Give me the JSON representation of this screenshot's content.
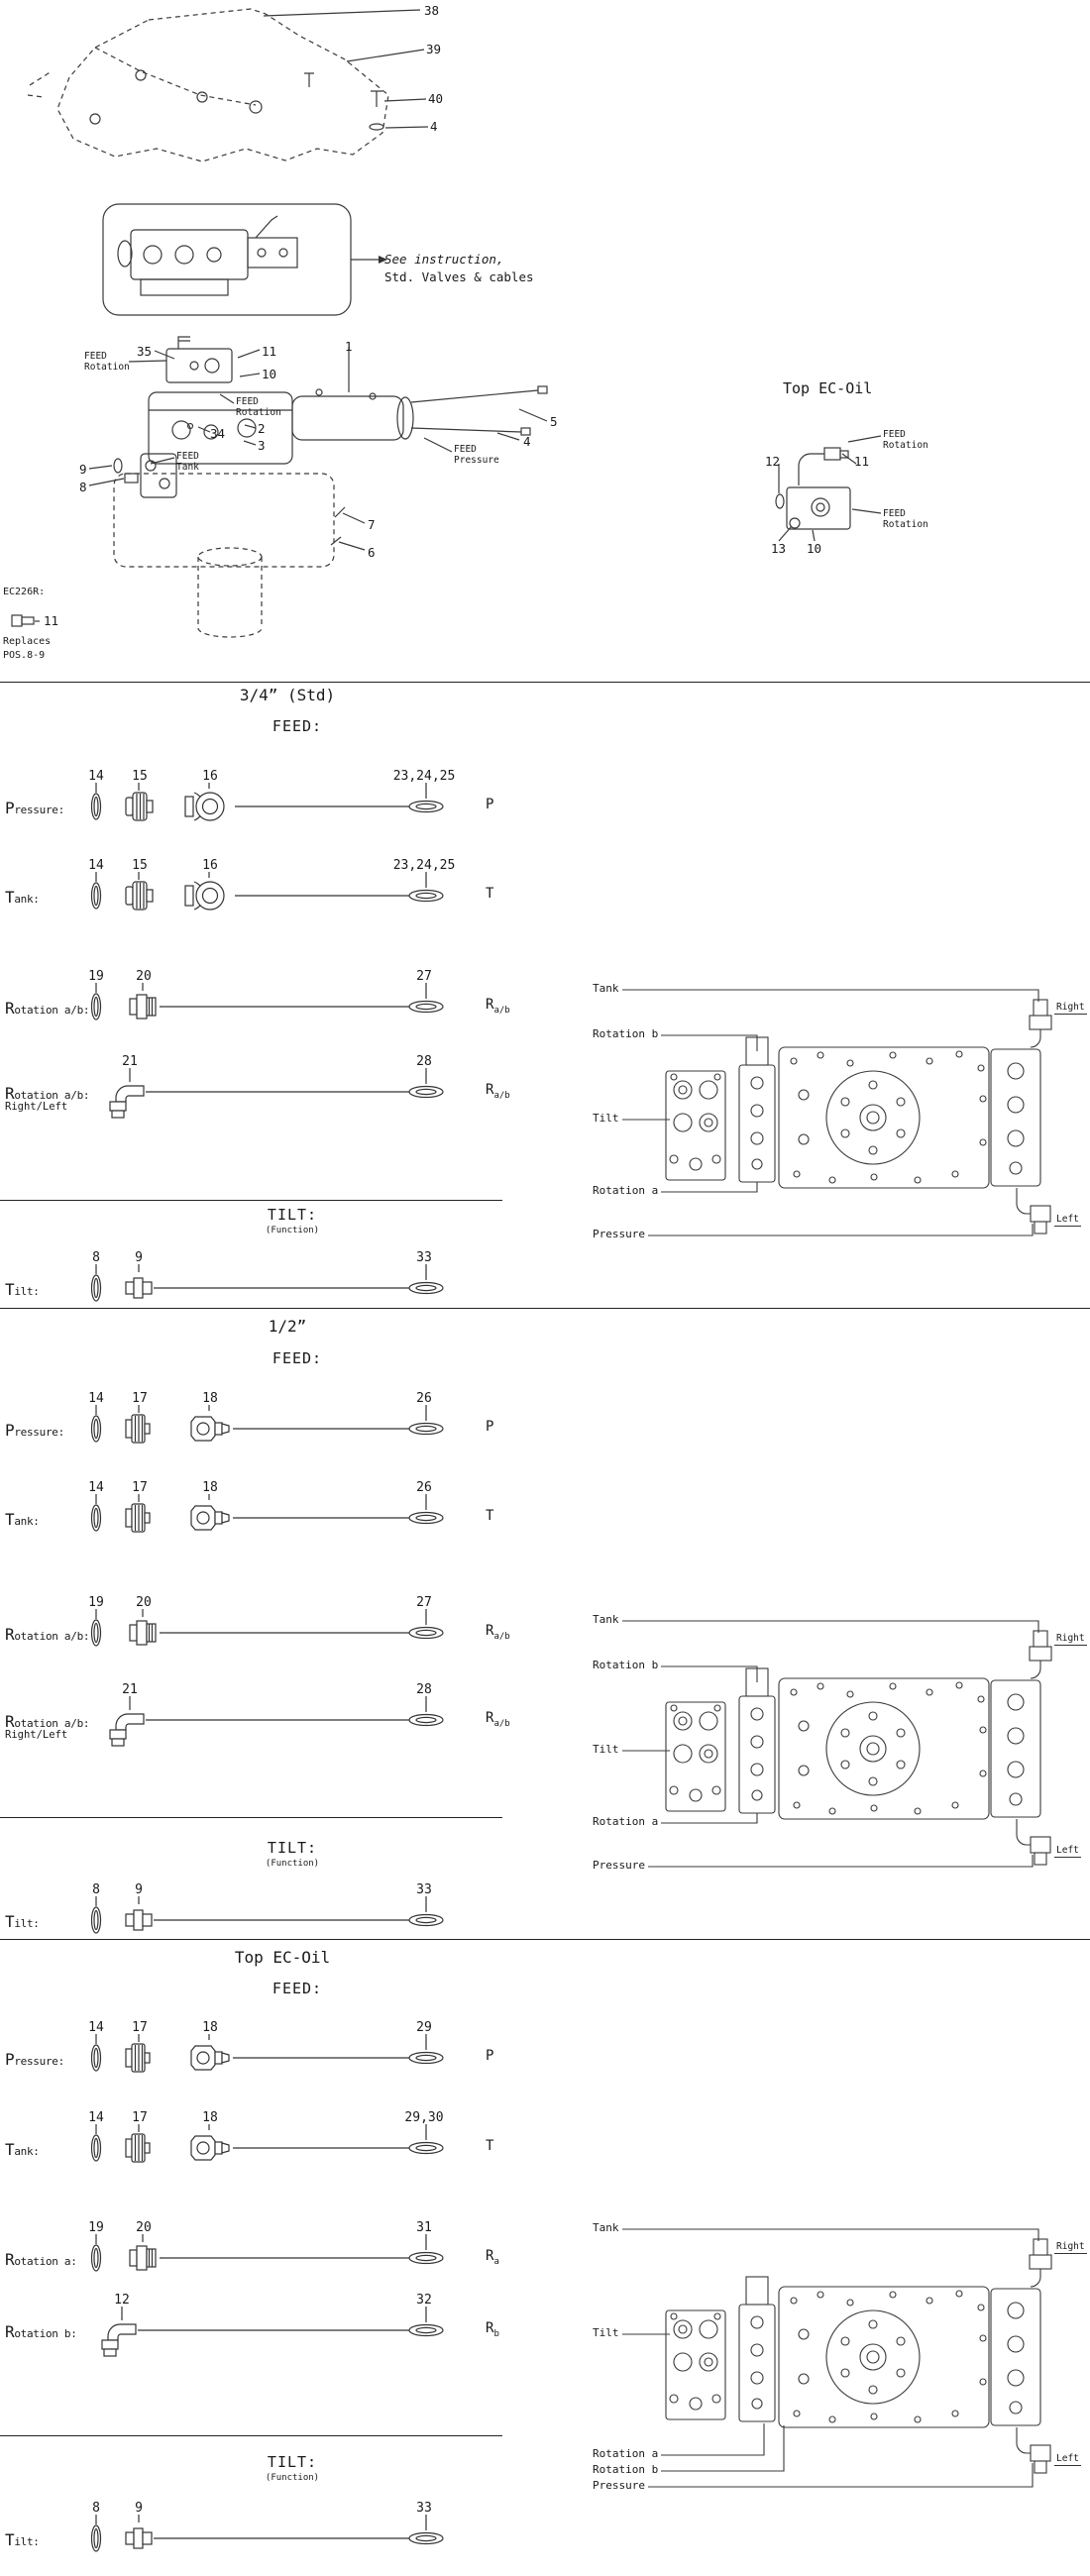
{
  "exploded": {
    "callout_38": "38",
    "callout_39": "39",
    "callout_40": "40",
    "callout_4_top": "4",
    "note_line1": "See instruction,",
    "note_line2": "Std. Valves & cables",
    "callout_35": "35",
    "callout_11": "11",
    "callout_1": "1",
    "callout_10": "10",
    "callout_34": "34",
    "callout_2": "2",
    "callout_3": "3",
    "callout_9": "9",
    "callout_8": "8",
    "callout_5": "5",
    "callout_4": "4",
    "callout_7": "7",
    "callout_6": "6",
    "feed_rotation_1_l1": "FEED",
    "feed_rotation_1_l2": "Rotation",
    "feed_rotation_2_l1": "FEED",
    "feed_rotation_2_l2": "Rotation",
    "feed_tank_l1": "FEED",
    "feed_tank_l2": "Tank",
    "feed_pressure_l1": "FEED",
    "feed_pressure_l2": "Pressure",
    "top_ec_oil": {
      "title": "Top EC-Oil",
      "feed_rot_upper_l1": "FEED",
      "feed_rot_upper_l2": "Rotation",
      "feed_rot_lower_l1": "FEED",
      "feed_rot_lower_l2": "Rotation",
      "callout_12": "12",
      "callout_11": "11",
      "callout_13": "13",
      "callout_10": "10"
    },
    "ec226r": {
      "code": "EC226R:",
      "callout_11": "11",
      "replaces": "Replaces",
      "pos": "POS.8-9"
    }
  },
  "sections": [
    {
      "title": "3/4” (Std)",
      "feed_heading": "FEED:",
      "rows": [
        {
          "label": "Pressure:",
          "callouts": [
            "14",
            "15",
            "16"
          ],
          "seal": "23,24,25",
          "port": "P",
          "port_sub": ""
        },
        {
          "label": "Tank:",
          "callouts": [
            "14",
            "15",
            "16"
          ],
          "seal": "23,24,25",
          "port": "T",
          "port_sub": ""
        },
        {
          "label": "Rotation a/b:",
          "callouts": [
            "19",
            "20"
          ],
          "seal": "27",
          "port": "R",
          "port_sub": "a/b"
        },
        {
          "label": "Rotation a/b:",
          "sublabel": "Right/Left",
          "callouts": [
            "21"
          ],
          "seal": "28",
          "port": "R",
          "port_sub": "a/b"
        }
      ],
      "tilt_heading": "TILT:",
      "tilt_subheading": "(Function)",
      "tilt_row": {
        "label": "Tilt:",
        "callouts": [
          "8",
          "9"
        ],
        "seal": "33"
      },
      "diagram": {
        "tank": "Tank",
        "rotation_b": "Rotation b",
        "tilt": "Tilt",
        "rotation_a": "Rotation a",
        "pressure": "Pressure",
        "right": "Right",
        "left": "Left"
      }
    },
    {
      "title": "1/2”",
      "feed_heading": "FEED:",
      "rows": [
        {
          "label": "Pressure:",
          "callouts": [
            "14",
            "17",
            "18"
          ],
          "seal": "26",
          "port": "P",
          "port_sub": ""
        },
        {
          "label": "Tank:",
          "callouts": [
            "14",
            "17",
            "18"
          ],
          "seal": "26",
          "port": "T",
          "port_sub": ""
        },
        {
          "label": "Rotation a/b:",
          "callouts": [
            "19",
            "20"
          ],
          "seal": "27",
          "port": "R",
          "port_sub": "a/b"
        },
        {
          "label": "Rotation a/b:",
          "sublabel": "Right/Left",
          "callouts": [
            "21"
          ],
          "seal": "28",
          "port": "R",
          "port_sub": "a/b"
        }
      ],
      "tilt_heading": "TILT:",
      "tilt_subheading": "(Function)",
      "tilt_row": {
        "label": "Tilt:",
        "callouts": [
          "8",
          "9"
        ],
        "seal": "33"
      },
      "diagram": {
        "tank": "Tank",
        "rotation_b": "Rotation b",
        "tilt": "Tilt",
        "rotation_a": "Rotation a",
        "pressure": "Pressure",
        "right": "Right",
        "left": "Left"
      }
    },
    {
      "title": "Top EC-Oil",
      "feed_heading": "FEED:",
      "rows": [
        {
          "label": "Pressure:",
          "callouts": [
            "14",
            "17",
            "18"
          ],
          "seal": "29",
          "port": "P",
          "port_sub": ""
        },
        {
          "label": "Tank:",
          "callouts": [
            "14",
            "17",
            "18"
          ],
          "seal": "29,30",
          "port": "T",
          "port_sub": ""
        },
        {
          "label": "Rotation a:",
          "callouts": [
            "19",
            "20"
          ],
          "seal": "31",
          "port": "R",
          "port_sub": "a"
        },
        {
          "label": "Rotation b:",
          "callouts": [
            "12"
          ],
          "seal": "32",
          "port": "R",
          "port_sub": "b"
        }
      ],
      "tilt_heading": "TILT:",
      "tilt_subheading": "(Function)",
      "tilt_row": {
        "label": "Tilt:",
        "callouts": [
          "8",
          "9"
        ],
        "seal": "33"
      },
      "diagram": {
        "tank": "Tank",
        "tilt": "Tilt",
        "rotation_a": "Rotation a",
        "rotation_b": "Rotation b",
        "pressure": "Pressure",
        "right": "Right",
        "left": "Left"
      }
    }
  ]
}
